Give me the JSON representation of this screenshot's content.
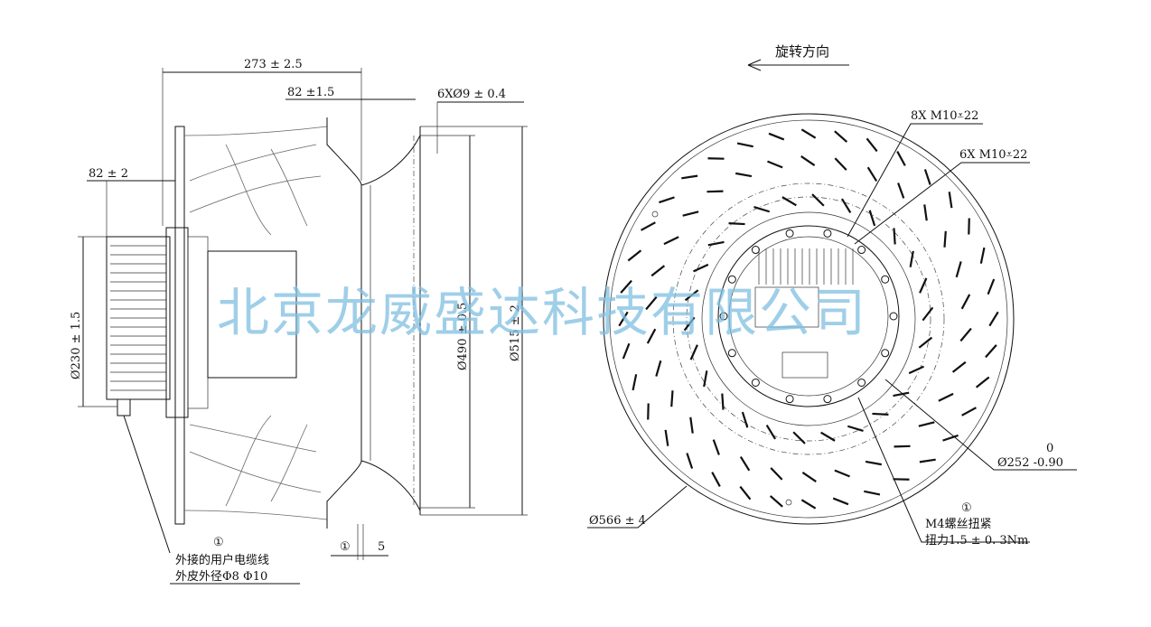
{
  "dimensions": {
    "overall_length": "273 ± 2.5",
    "inlet_depth": "82  ±1.5",
    "motor_offset": "82  ± 2",
    "hole_pattern": "6XØ9  ± 0.4",
    "motor_diameter": "Ø230  ± 1.5",
    "inlet_diameter": "Ø490 ± 0.5",
    "outer_ring_diameter": "Ø515 ± 2",
    "flange_thickness": "5",
    "impeller_diameter": "Ø566  ± 4",
    "hub_diameter_tol_upper": "0",
    "hub_diameter": "Ø252 -0.90"
  },
  "labels": {
    "rotation_direction": "旋转方向",
    "thread_8x": "8X  M10⩡22",
    "thread_6x": "6X  M10⩡22",
    "cable_marker": "①",
    "cable_line1": "外接的用户电缆线",
    "cable_line2": "外皮外径Φ8  Φ10",
    "flange_marker": "①",
    "torque_marker": "①",
    "torque_line1": "M4螺丝扭紧",
    "torque_line2": "扭力1.5 ± 0. 3Nm"
  },
  "watermark": "北京龙威盛达科技有限公司"
}
